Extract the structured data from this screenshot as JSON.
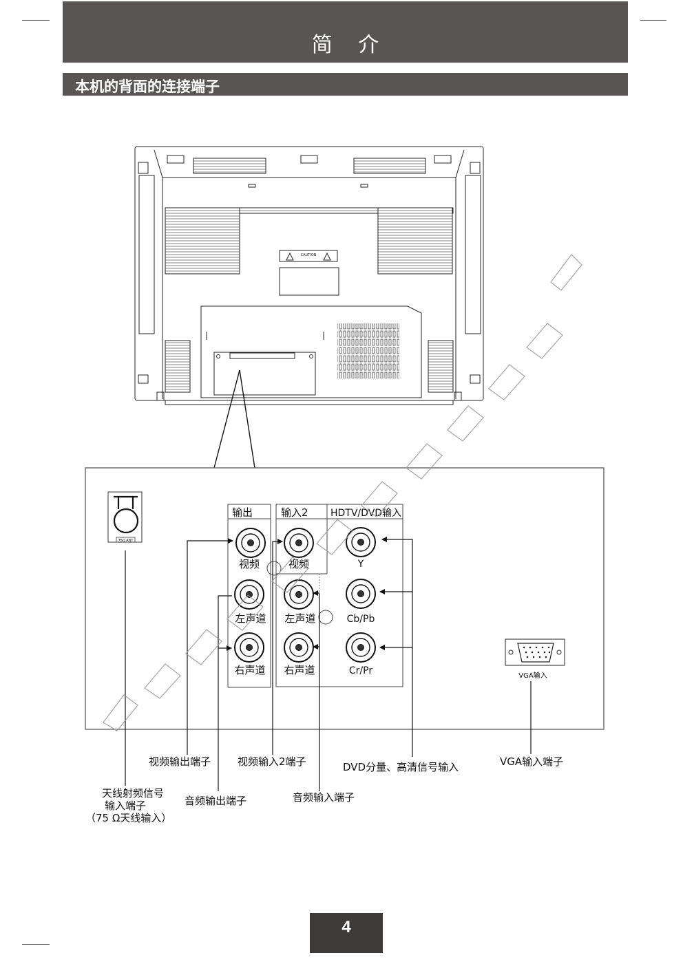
{
  "header": {
    "title": "简 介"
  },
  "section": {
    "title": "本机的背面的连接端子"
  },
  "panel": {
    "ant_label": "75Ω ANT",
    "group_output": "输出",
    "group_input2": "输入2",
    "group_hdtv": "HDTV/DVD输入",
    "jack_video": "视频",
    "jack_left": "左声道",
    "jack_right": "右声道",
    "jack_y": "Y",
    "jack_cb": "Cb/Pb",
    "jack_cr": "Cr/Pr",
    "vga_label": "VGA输入",
    "caution": "CAUTION"
  },
  "callouts": {
    "video_out": "视频输出端子",
    "video_in2": "视频输入2端子",
    "dvd_component": "DVD分量、高清信号输入",
    "vga_in": "VGA输入端子",
    "antenna_1": "天线射频信号",
    "antenna_2": "输入端子",
    "antenna_3": "（75 Ω天线输入）",
    "audio_out": "音频输出端子",
    "audio_in": "音频输入端子"
  },
  "footer": {
    "page_number": "4"
  },
  "colors": {
    "bar": "#595555",
    "page_box": "#3d3a39"
  }
}
